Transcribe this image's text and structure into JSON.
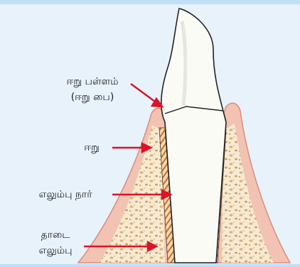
{
  "labels": {
    "gum_pocket_line1": "ஈறு பள்ளம்",
    "gum_pocket_line2": "(ஈறு பை)",
    "gum": "ஈறு",
    "ligament": "எலும்பு நார்",
    "jaw_bone_line1": "தாடை",
    "jaw_bone_line2": "எலும்பு"
  },
  "colors": {
    "background": "#e8f2fb",
    "border": "#bfe0f5",
    "gum": "#f2c2b2",
    "gum_edge": "#d98e7c",
    "bone": "#f7e9d2",
    "bone_spots": "#d7b27a",
    "tooth": "#fbfbf6",
    "arrow": "#d9142a",
    "ligament_stripe": "#c8702a"
  }
}
